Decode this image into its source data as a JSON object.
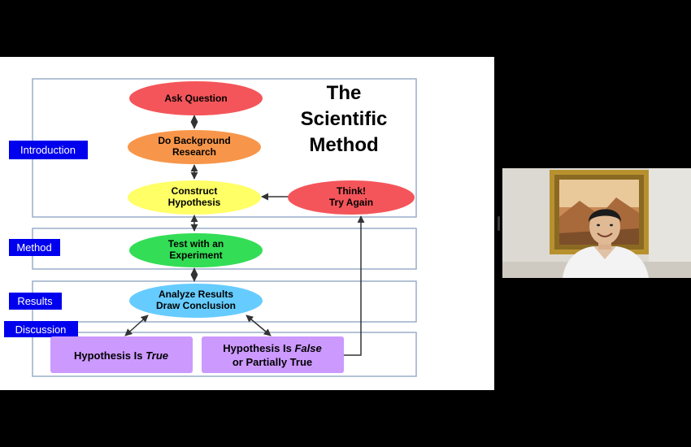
{
  "slide": {
    "title_lines": [
      "The",
      "Scientific",
      "Method"
    ],
    "sections": {
      "introduction": "Introduction",
      "method": "Method",
      "results": "Results",
      "discussion": "Discussion"
    },
    "steps": {
      "ask_question": "Ask Question",
      "background_line1": "Do Background",
      "background_line2": "Research",
      "hypothesis_line1": "Construct",
      "hypothesis_line2": "Hypothesis",
      "think_line1": "Think!",
      "think_line2": "Try Again",
      "experiment_line1": "Test with an",
      "experiment_line2": "Experiment",
      "analyze_line1": "Analyze Results",
      "analyze_line2": "Draw Conclusion"
    },
    "outcomes": {
      "true_prefix": "Hypothesis Is ",
      "true_word": "True",
      "false_prefix": "Hypothesis Is ",
      "false_word": "False",
      "false_line2": "or Partially True"
    }
  },
  "colors": {
    "ask": "#f4555a",
    "background": "#f7964a",
    "hypothesis": "#ffff66",
    "think": "#f4555a",
    "experiment": "#33dd55",
    "analyze": "#66ccff",
    "outcome_box": "#cc99ff",
    "section_label_bg": "#0000ee",
    "frame_border": "#9aaec9"
  }
}
